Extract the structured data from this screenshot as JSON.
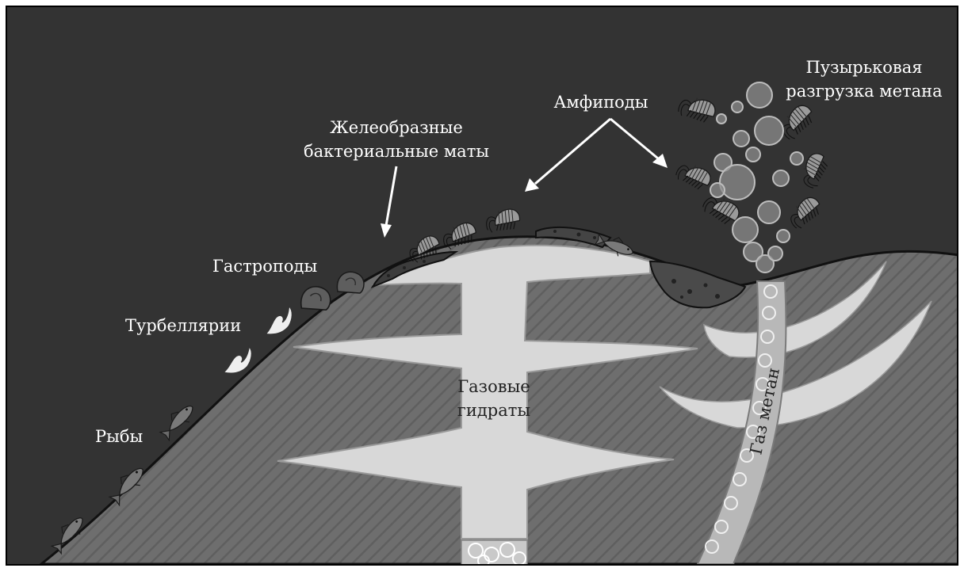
{
  "labels": {
    "bubbles_line1": "Пузырьковая",
    "bubbles_line2": "разгрузка метана",
    "amphipods": "Амфиподы",
    "mats_line1": "Желеобразные",
    "mats_line2": "бактериальные маты",
    "gastropods": "Гастроподы",
    "turbellaria": "Турбеллярии",
    "fish": "Рыбы",
    "hydrates_line1": "Газовые",
    "hydrates_line2": "гидраты",
    "methane_gas": "Газ метан"
  },
  "colors": {
    "water": "#333333",
    "seabed": "#6b6b6b",
    "hydrate": "#d9d9d9",
    "mat": "#3a3a3a",
    "bubble": "#8c8c8c"
  },
  "icons": {
    "amphipod": "amphipod-icon",
    "gastropod": "snail-icon",
    "flatworm": "flatworm-icon",
    "fish": "fish-icon",
    "bubble": "bubble-icon"
  }
}
